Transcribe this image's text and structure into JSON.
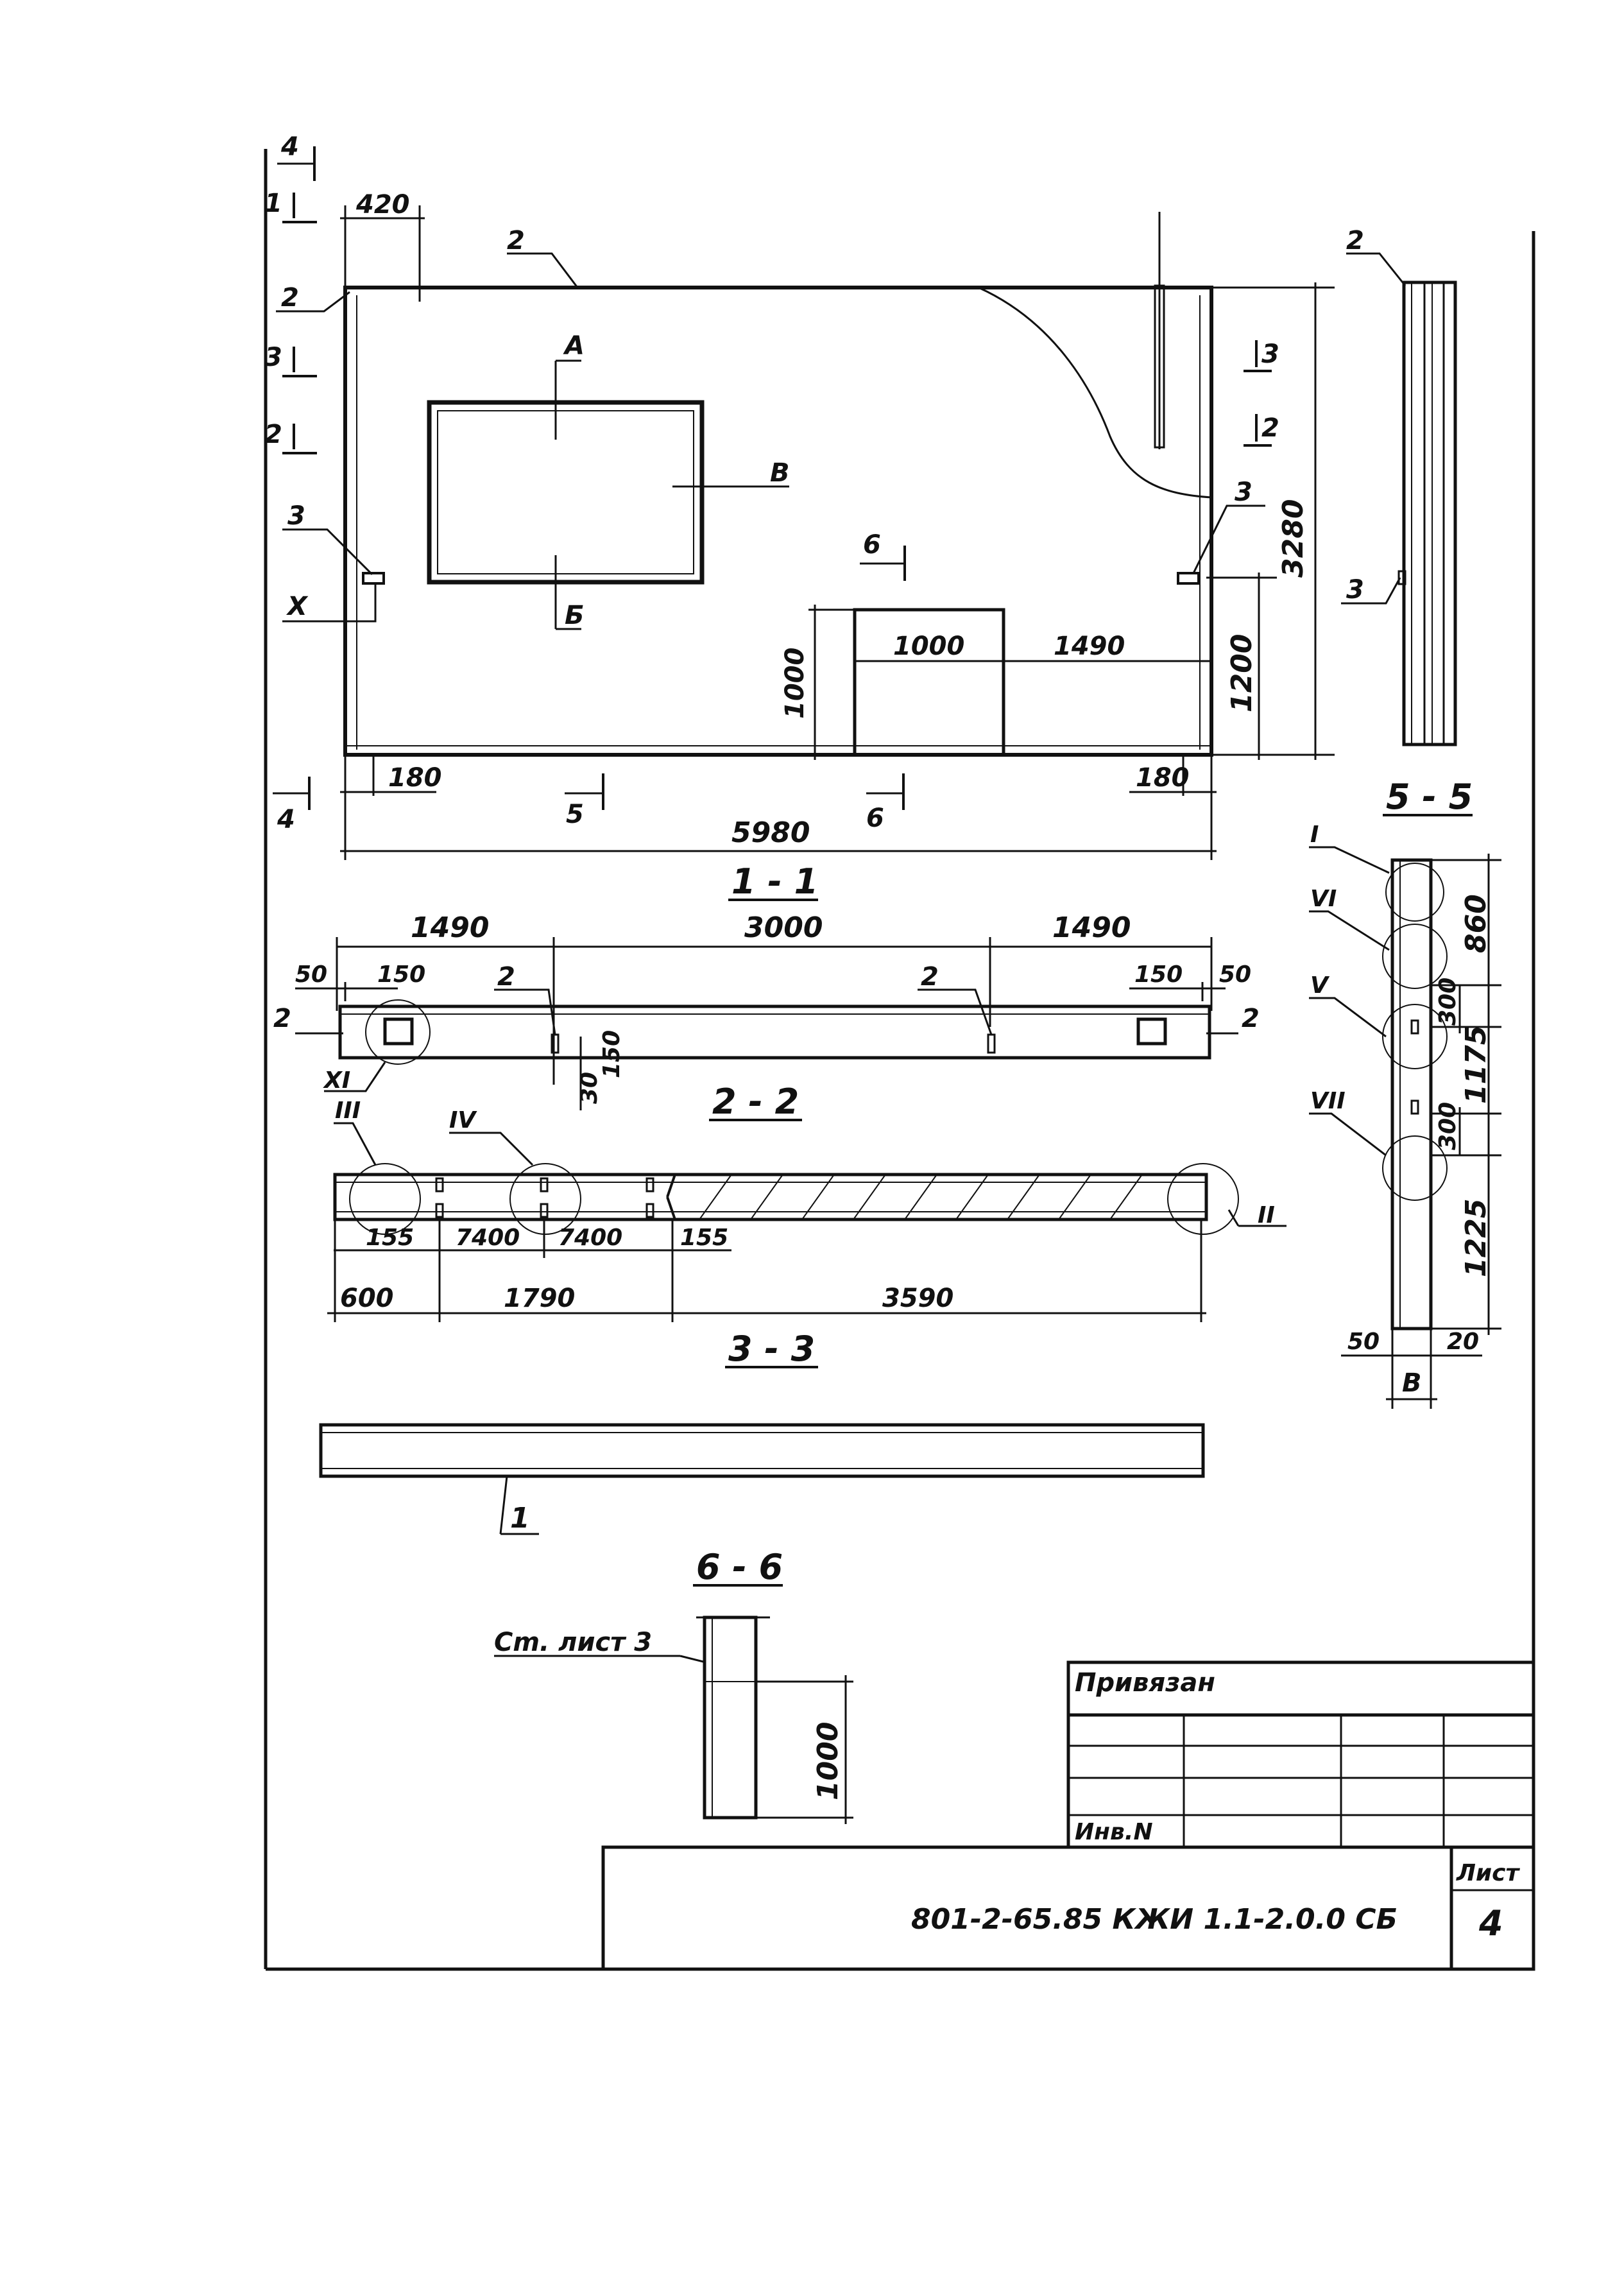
{
  "view_1_1": {
    "title": "1 - 1",
    "dims": {
      "d420": "420",
      "d3280": "3280",
      "d1200": "1200",
      "d1000_h": "1000",
      "d1000_w": "1000",
      "d1490": "1490",
      "d180_l": "180",
      "d180_r": "180",
      "d5980": "5980"
    },
    "markers": {
      "m2a": "2",
      "m2b": "2",
      "m3l": "3",
      "m3r": "3",
      "mX": "X",
      "mA": "А",
      "mB": "Б",
      "mV": "В",
      "cut4_top": "4",
      "cut1": "1",
      "cut3_l": "3",
      "cut2_l": "2",
      "cut3_r": "3",
      "cut2_r": "2",
      "cut6_top": "6",
      "cut4_bot": "4",
      "cut5": "5",
      "cut6_bot": "6"
    }
  },
  "view_2_2": {
    "title": "2 - 2",
    "dims": {
      "d1490_l": "1490",
      "d3000": "3000",
      "d1490_r": "1490",
      "d50_l": "50",
      "d150_l": "150",
      "d150_r": "150",
      "d50_r": "50",
      "d150_v": "150",
      "d30": "30"
    },
    "markers": {
      "m2_l": "2",
      "m2_r": "2",
      "m2_c1": "2",
      "m2_c2": "2",
      "mXI": "XI"
    }
  },
  "view_3_3": {
    "title": "3 - 3",
    "dims": {
      "d155_l": "155",
      "d7400_a": "7400",
      "d7400_b": "7400",
      "d155_r": "155",
      "d600": "600",
      "d1790": "1790",
      "d3590": "3590"
    },
    "markers": {
      "mIII": "III",
      "mIV": "IV",
      "mII": "II"
    }
  },
  "view_5_5": {
    "title": "5 - 5",
    "dims": {
      "d860": "860",
      "d300_a": "300",
      "d1175": "1175",
      "d300_b": "300",
      "d1225": "1225",
      "d50": "50",
      "d20": "20",
      "dB": "В"
    },
    "markers": {
      "mI": "I",
      "mVI": "VI",
      "mV": "V",
      "mVII": "VII"
    }
  },
  "side_view": {
    "m2": "2",
    "m3": "3"
  },
  "elevation": {
    "m1": "1"
  },
  "view_6_6": {
    "title": "6 - 6",
    "note": "Cm. лист 3",
    "d1000": "1000"
  },
  "title_block": {
    "privyazan": "Привязан",
    "inv": "Инв.N",
    "code": "801-2-65.85 КЖИ 1.1-2.0.0 СБ",
    "sheet_label": "Лист",
    "sheet_number": "4"
  }
}
